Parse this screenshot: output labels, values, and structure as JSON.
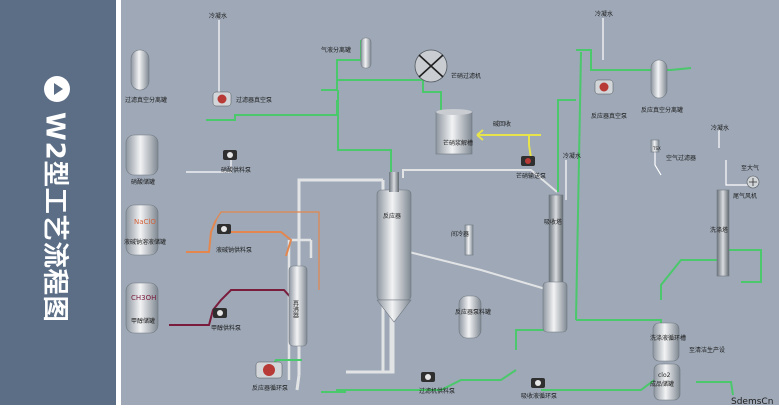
{
  "sidebar": {
    "title": "W2型工艺流程图",
    "play_icon": "play-circle-icon"
  },
  "colors": {
    "sidebar_bg": "#5b6e85",
    "canvas_bg": "#9ea8b6",
    "pipe_main": "#dfe2e4",
    "pipe_green": "#49c66a",
    "pipe_orange": "#e3874f",
    "pipe_maroon": "#7a1c3c",
    "pipe_yellow": "#e7e34b",
    "pump_red": "#b83a36"
  },
  "labels": {
    "cooling_water_1": "冷凝水",
    "cooling_water_2": "冷凝水",
    "cooling_water_3": "冷凝水",
    "cooling_water_4": "冷凝水",
    "filter_vacuum_tank": "过滤真空分离罐",
    "filter_vacuum_pump": "过滤器真空泵",
    "gas_separator": "气液分离罐",
    "mango_filter": "芒硝过滤机",
    "reactor_vacuum_pump": "反应器真空泵",
    "reactor_vacuum_tank": "反应真空分离罐",
    "acid_tank": "硝酸储罐",
    "acid_pump": "硝酸供料泵",
    "mango_slurry_tank": "芒硝浆解槽",
    "mango_pump": "芒硝输送泵",
    "alkali_recovery": "碱回收",
    "air_filter": "空气过滤器",
    "naoh_tank_text": "NaClO",
    "naoh_tank": "液碱钠溶液储罐",
    "naoh_pump": "液碱钠供料泵",
    "reactor": "反应器",
    "to_atmosphere": "至大气",
    "tail_fan": "尾气风机",
    "cooler": "间冷器",
    "absorber": "吸收塔",
    "wash_tower": "洗涤塔",
    "ch3oh_text": "CH3OH",
    "methanol_tank": "甲醇储罐",
    "methanol_pump": "甲醇供料泵",
    "heat_exchanger": "再沸器",
    "reactor_pump_tank": "反应器泵料罐",
    "filter_feed_pump": "过滤机供料泵",
    "circ_tank": "洗涤液循环槽",
    "absorb_pump": "吸收液循环泵",
    "product_tank_text": "clo2",
    "product_tank": "成品储罐",
    "to_production": "至清洁生产设",
    "reactor_circ_pump": "反应器循环泵",
    "tsx": "TSX"
  },
  "watermark": "SdemsCn"
}
